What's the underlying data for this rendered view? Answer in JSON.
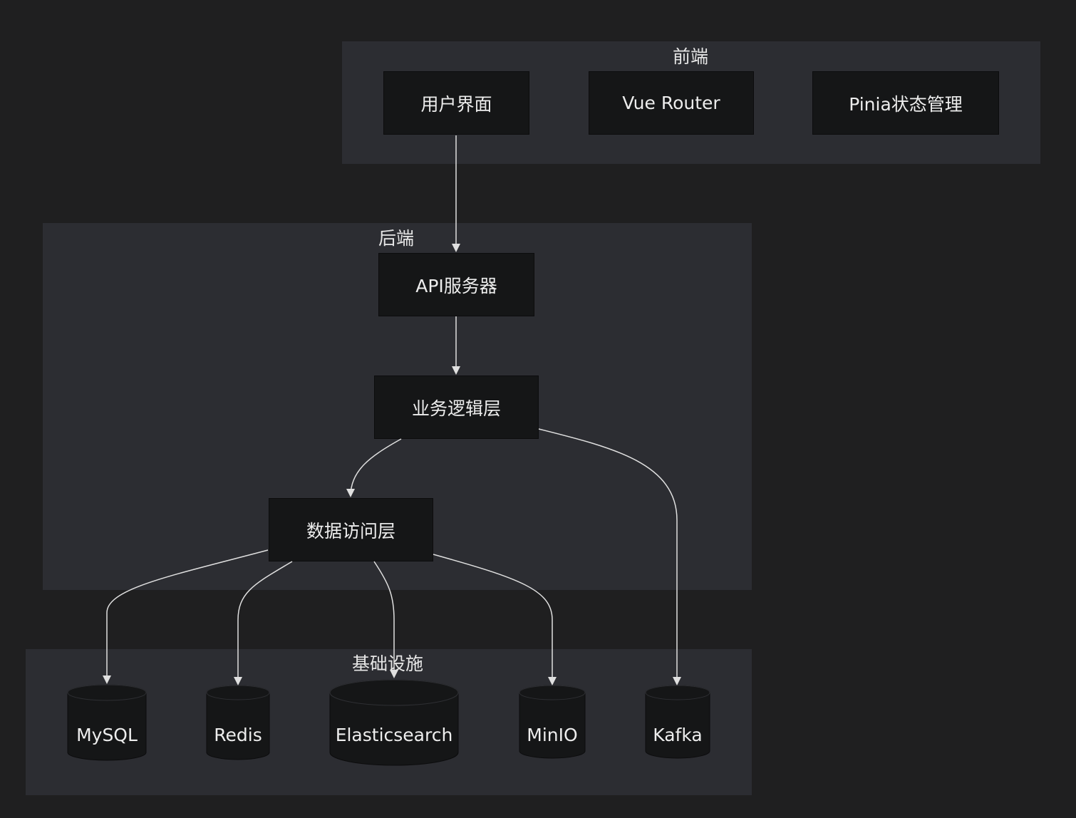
{
  "groups": {
    "frontend": {
      "title": "前端"
    },
    "backend": {
      "title": "后端"
    },
    "infrastructure": {
      "title": "基础设施"
    }
  },
  "nodes": {
    "ui": "用户界面",
    "vue_router": "Vue Router",
    "pinia": "Pinia状态管理",
    "api_server": "API服务器",
    "business_logic": "业务逻辑层",
    "data_access": "数据访问层",
    "mysql": "MySQL",
    "redis": "Redis",
    "elasticsearch": "Elasticsearch",
    "minio": "MinIO",
    "kafka": "Kafka"
  },
  "edges": [
    {
      "from": "ui",
      "to": "api_server"
    },
    {
      "from": "api_server",
      "to": "business_logic"
    },
    {
      "from": "business_logic",
      "to": "data_access"
    },
    {
      "from": "business_logic",
      "to": "kafka"
    },
    {
      "from": "data_access",
      "to": "mysql"
    },
    {
      "from": "data_access",
      "to": "redis"
    },
    {
      "from": "data_access",
      "to": "elasticsearch"
    },
    {
      "from": "data_access",
      "to": "minio"
    }
  ],
  "colors": {
    "background": "#1f1f20",
    "group_fill": "#2c2d32",
    "node_fill": "#151617",
    "edge": "#e0e0e0",
    "text": "#ededed"
  }
}
